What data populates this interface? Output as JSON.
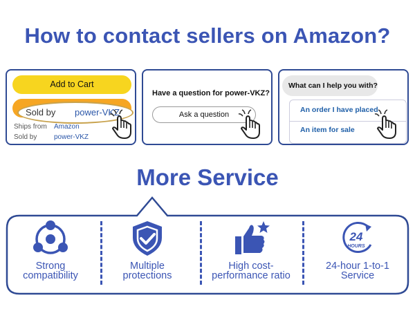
{
  "title": "How to contact sellers on Amazon?",
  "panel1": {
    "add_to_cart": "Add to Cart",
    "sold_by_label": "Sold by",
    "sold_by_value": "power-VKZ",
    "ships_from_label": "Ships from",
    "ships_from_value": "Amazon",
    "sold_by_label2": "Sold by",
    "sold_by_value2": "power-VKZ"
  },
  "panel2": {
    "question": "Have a question for power-VKZ?",
    "ask_button": "Ask a question"
  },
  "panel3": {
    "prompt": "What can I help you with?",
    "option1": "An order I have placed",
    "option2": "An item for sale"
  },
  "more_service": {
    "heading": "More Service",
    "features": [
      {
        "line1": "Strong",
        "line2": "compatibility",
        "icon": "share-network-icon"
      },
      {
        "line1": "Multiple",
        "line2": "protections",
        "icon": "shield-check-icon"
      },
      {
        "line1": "High cost-",
        "line2": "performance ratio",
        "icon": "thumbs-up-icon"
      },
      {
        "line1": "24-hour 1-to-1",
        "line2": "Service",
        "icon": "24-hours-icon",
        "badge_number": "24",
        "badge_text": "HOURS"
      }
    ]
  },
  "colors": {
    "brand_blue": "#3b55b4",
    "border_blue": "#2f4a94",
    "cart_yellow": "#f7d51f",
    "buy_orange": "#f6a623",
    "link_blue": "#2a56a8"
  }
}
